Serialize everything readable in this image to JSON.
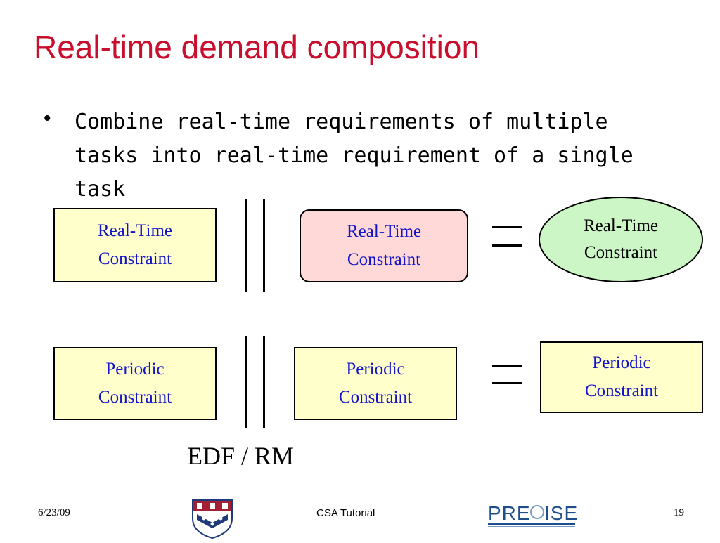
{
  "slide": {
    "title": "Real-time demand composition",
    "bullet": "Combine real-time requirements of multiple tasks into real-time requirement of a single task"
  },
  "diagram": {
    "row1": {
      "left": "Real-Time\nConstraint",
      "middle": "Real-Time\nConstraint",
      "right": "Real-Time\nConstraint"
    },
    "row2": {
      "left": "Periodic\nConstraint",
      "middle": "Periodic\nConstraint",
      "right": "Periodic\nConstraint"
    },
    "operator_label": "EDF / RM"
  },
  "footer": {
    "date": "6/23/09",
    "center": "CSA Tutorial",
    "page": "19",
    "logo_text": "PRECISE"
  },
  "colors": {
    "title": "#c8102e",
    "box_fill": "#ffffcc",
    "pink_fill": "#ffd8d8",
    "green_fill": "#cdf6c6",
    "box_text": "#1414c8"
  }
}
